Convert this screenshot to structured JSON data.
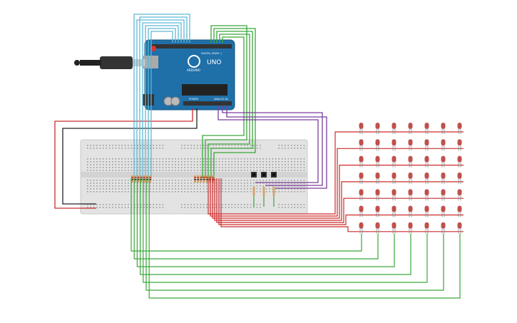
{
  "board": {
    "brand": "ARDUINO",
    "model": "UNO",
    "header_digital": "DIGITAL (PWM~)",
    "header_power": "POWER",
    "header_analog": "ANALOG IN",
    "color": "#1f6fa8"
  },
  "breadboard": {
    "color": "#e2e2e2"
  },
  "led_matrix": {
    "rows": 7,
    "cols": 7,
    "led_color": "#c0504d"
  },
  "buttons": {
    "count": 3
  },
  "wire_colors": {
    "red": "#cc2b2b",
    "black": "#222222",
    "green": "#3aa73a",
    "cyan": "#5fb8d6",
    "purple": "#7b3f9c"
  }
}
